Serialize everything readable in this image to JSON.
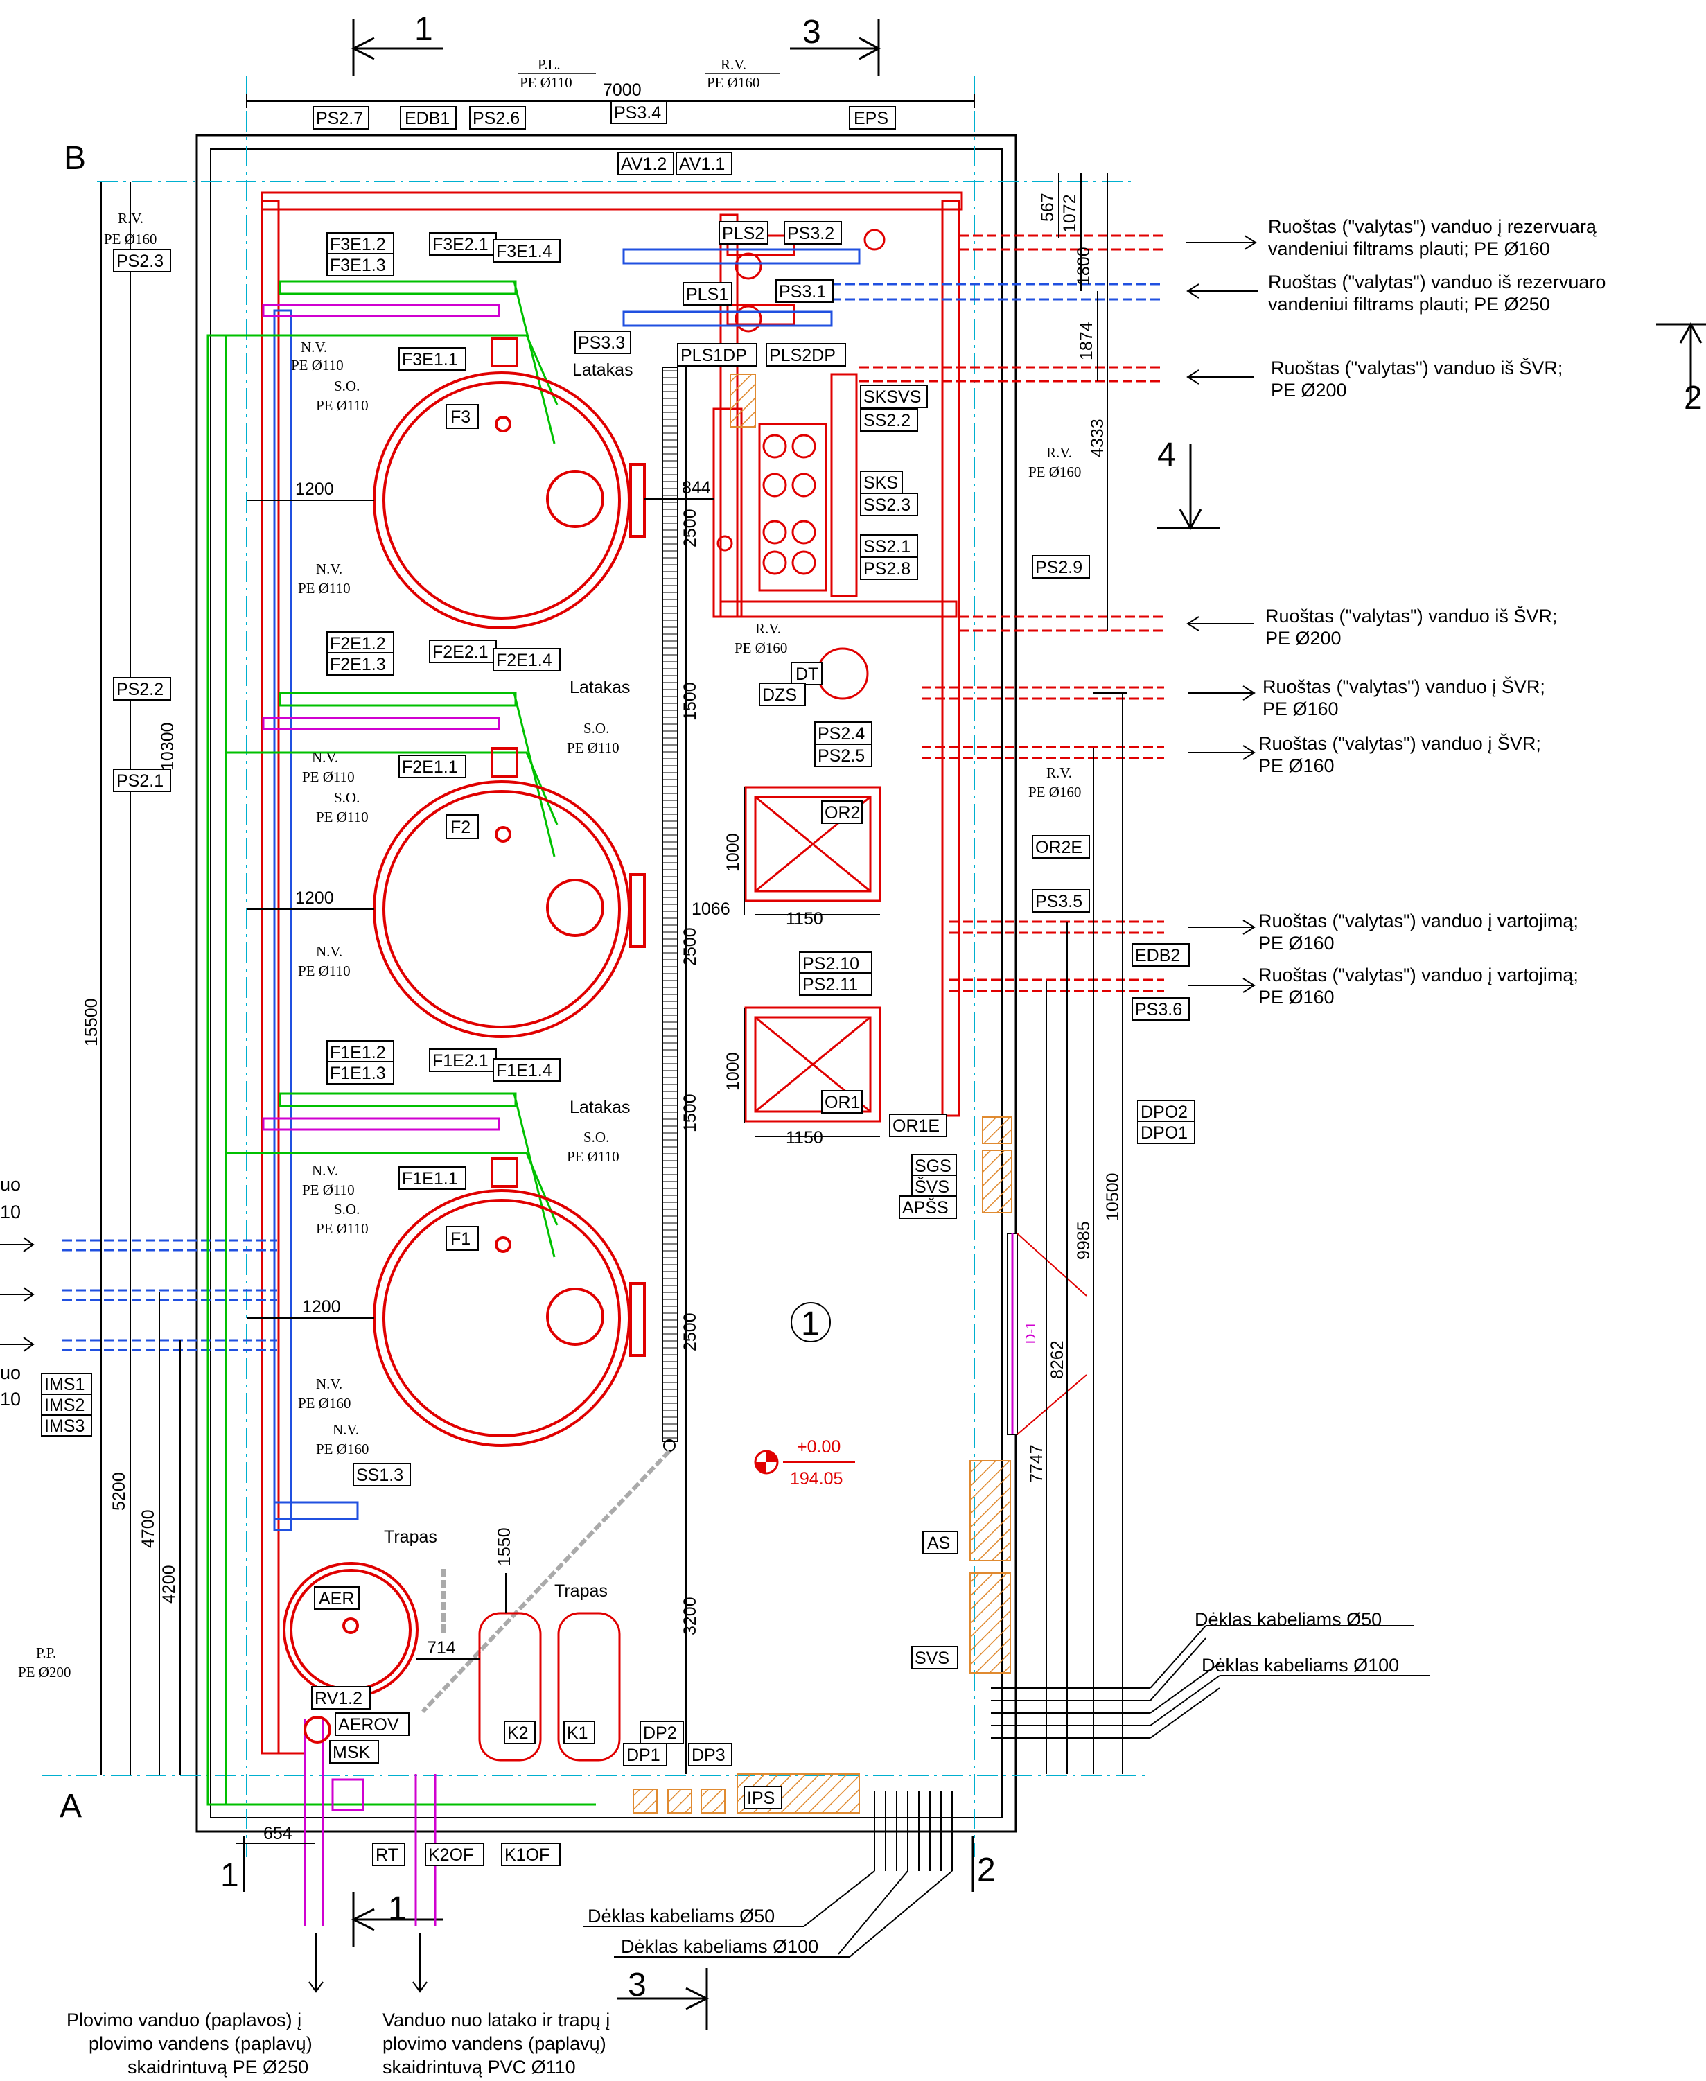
{
  "sections": {
    "sec1_top": "1",
    "sec3_top": "3",
    "sec1_bottom_left": "1",
    "sec1_bottom_mid": "1",
    "sec2_bottom": "2",
    "sec3_bottom": "3",
    "sec4": "4",
    "sec2_right": "2",
    "axis_B": "B",
    "axis_A": "A"
  },
  "pipes_top": {
    "pl_label": "P.L.",
    "pl_size": "PE Ø110",
    "rv_label": "R.V.",
    "rv_size": "PE Ø160",
    "width_dim": "7000"
  },
  "tags": {
    "ps27": "PS2.7",
    "edb1": "EDB1",
    "ps26": "PS2.6",
    "ps34": "PS3.4",
    "eps": "EPS",
    "av12": "AV1.2",
    "av11": "AV1.1",
    "pls2": "PLS2",
    "ps32": "PS3.2",
    "pls1": "PLS1",
    "ps31": "PS3.1",
    "ps33": "PS3.3",
    "pls1dp": "PLS1DP",
    "pls2dp": "PLS2DP",
    "sksvs": "SKSVS",
    "ss22": "SS2.2",
    "sks": "SKS",
    "ss23": "SS2.3",
    "ss21": "SS2.1",
    "ps28": "PS2.8",
    "ps29": "PS2.9",
    "dt": "DT",
    "dzs": "DZS",
    "ps24": "PS2.4",
    "ps25": "PS2.5",
    "or2": "OR2",
    "or2e": "OR2E",
    "ps35": "PS3.5",
    "edb2": "EDB2",
    "ps210": "PS2.10",
    "ps211": "PS2.11",
    "ps36": "PS3.6",
    "or1": "OR1",
    "or1e": "OR1E",
    "dpo2": "DPO2",
    "dpo1": "DPO1",
    "sgs": "SGS",
    "svs1": "ŠVS",
    "apss": "APŠS",
    "as": "AS",
    "svs2": "SVS",
    "ps23": "PS2.3",
    "ps22": "PS2.2",
    "ps21": "PS2.1",
    "f3e12": "F3E1.2",
    "f3e13": "F3E1.3",
    "f3e21": "F3E2.1",
    "f3e14": "F3E1.4",
    "f3e11": "F3E1.1",
    "f2e12": "F2E1.2",
    "f2e13": "F2E1.3",
    "f2e21": "F2E2.1",
    "f2e14": "F2E1.4",
    "f2e11": "F2E1.1",
    "f1e12": "F1E1.2",
    "f1e13": "F1E1.3",
    "f1e21": "F1E2.1",
    "f1e14": "F1E1.4",
    "f1e11": "F1E1.1",
    "f3": "F3",
    "f2": "F2",
    "f1": "F1",
    "ims1": "IMS1",
    "ims2": "IMS2",
    "ims3": "IMS3",
    "ss13": "SS1.3",
    "aer": "AER",
    "rv12": "RV1.2",
    "aerov": "AEROV",
    "msk": "MSK",
    "k2": "K2",
    "k1": "K1",
    "dp1": "DP1",
    "dp2": "DP2",
    "dp3": "DP3",
    "ips": "IPS",
    "rt": "RT",
    "k2of": "K2OF",
    "k1of": "K1OF"
  },
  "pipe_labels": {
    "rv": "R.V.",
    "pe160": "PE Ø160",
    "nv": "N.V.",
    "so": "S.O.",
    "pe110": "PE Ø110",
    "pp": "P.P.",
    "pe200": "PE Ø200",
    "latakas": "Latakas",
    "trapas": "Trapas"
  },
  "dims": {
    "d1800": "1800",
    "d567": "567",
    "d1072": "1072",
    "d1874": "1874",
    "d4333": "4333",
    "d1200": "1200",
    "d844": "844",
    "d2500": "2500",
    "d1500": "1500",
    "d10300": "10300",
    "d15500": "15500",
    "d1000": "1000",
    "d1066": "1066",
    "d1150": "1150",
    "d10500": "10500",
    "d9985": "9985",
    "d8262": "8262",
    "d7747": "7747",
    "d1550": "1550",
    "d714": "714",
    "d3200": "3200",
    "d5200": "5200",
    "d4700": "4700",
    "d4200": "4200",
    "d654": "654",
    "door": "D-1"
  },
  "room": {
    "number": "1",
    "level": "+0.00",
    "abs_level": "194.05"
  },
  "notes_right": [
    [
      "Ruoštas (\"valytas\") vanduo į rezervuarą",
      "vandeniui filtrams plauti; PE Ø160"
    ],
    [
      "Ruoštas (\"valytas\") vanduo iš rezervuaro",
      "vandeniui filtrams plauti; PE Ø250"
    ],
    [
      "Ruoštas (\"valytas\") vanduo iš ŠVR;",
      "PE Ø200"
    ],
    [
      "Ruoštas (\"valytas\") vanduo iš ŠVR;",
      "PE Ø200"
    ],
    [
      "Ruoštas (\"valytas\") vanduo į ŠVR;",
      "PE Ø160"
    ],
    [
      "Ruoštas (\"valytas\") vanduo į ŠVR;",
      "PE Ø160"
    ],
    [
      "Ruoštas (\"valytas\") vanduo į vartojimą;",
      "PE Ø160"
    ],
    [
      "Ruoštas (\"valytas\") vanduo į vartojimą;",
      "PE Ø160"
    ]
  ],
  "notes_left": [
    "uo",
    "10",
    "uo",
    "10"
  ],
  "cable_notes": {
    "c50_right": "Dėklas kabeliams Ø50",
    "c100_right": "Dėklas kabeliams Ø100",
    "c50_bottom": "Dėklas kabeliams Ø50",
    "c100_bottom": "Dėklas kabeliams Ø100"
  },
  "notes_bottom": {
    "left": [
      "Plovimo vanduo (paplavos) į",
      "plovimo vandens (paplavų)",
      "skaidrintuvą PE Ø250"
    ],
    "mid": [
      "Vanduo nuo latako ir trapų į",
      "plovimo vandens (paplavų)",
      "skaidrintuvą PVC Ø110"
    ]
  },
  "colors": {
    "pipe_red": "#e00000",
    "pipe_blue": "#2050e0",
    "pipe_green": "#00c000",
    "pipe_magenta": "#d000d0",
    "hatch_orange": "#e08a30",
    "axis_cyan": "#00b0d0"
  }
}
